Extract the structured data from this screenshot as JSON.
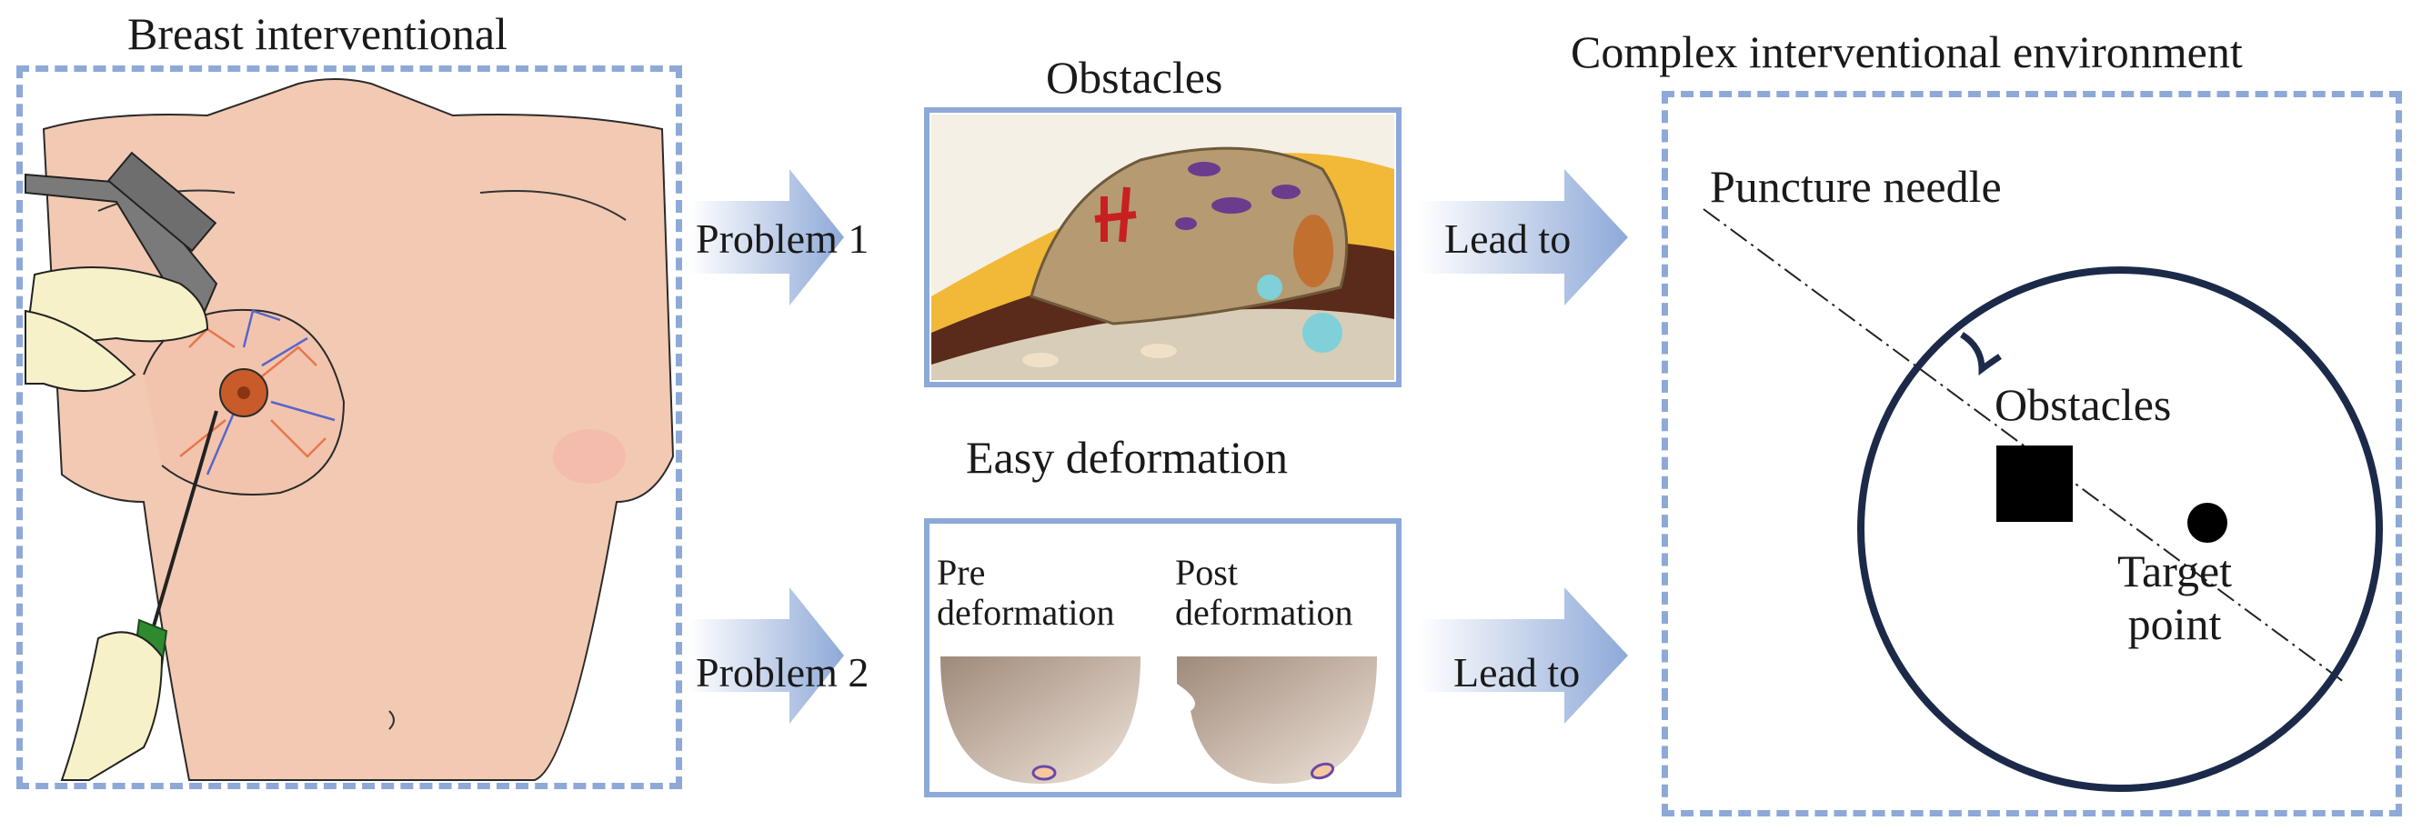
{
  "left_panel": {
    "title": "Breast interventional"
  },
  "middle_top": {
    "title": "Obstacles"
  },
  "middle_bottom": {
    "title": "Easy deformation",
    "pre_label": "Pre\ndeformation",
    "post_label": "Post\ndeformation"
  },
  "right_panel": {
    "title": "Complex interventional environment",
    "needle_label": "Puncture needle",
    "obstacle_label": "Obstacles",
    "target_label": "Target\npoint"
  },
  "arrows": {
    "problem1": "Problem 1",
    "problem2": "Problem 2",
    "lead1": "Lead to",
    "lead2": "Lead to"
  },
  "colors": {
    "box_border": "#8ea9d8",
    "arrow": "#8ea9d8",
    "skin": "#f2c9b3",
    "circle": "#1c2a4a"
  }
}
